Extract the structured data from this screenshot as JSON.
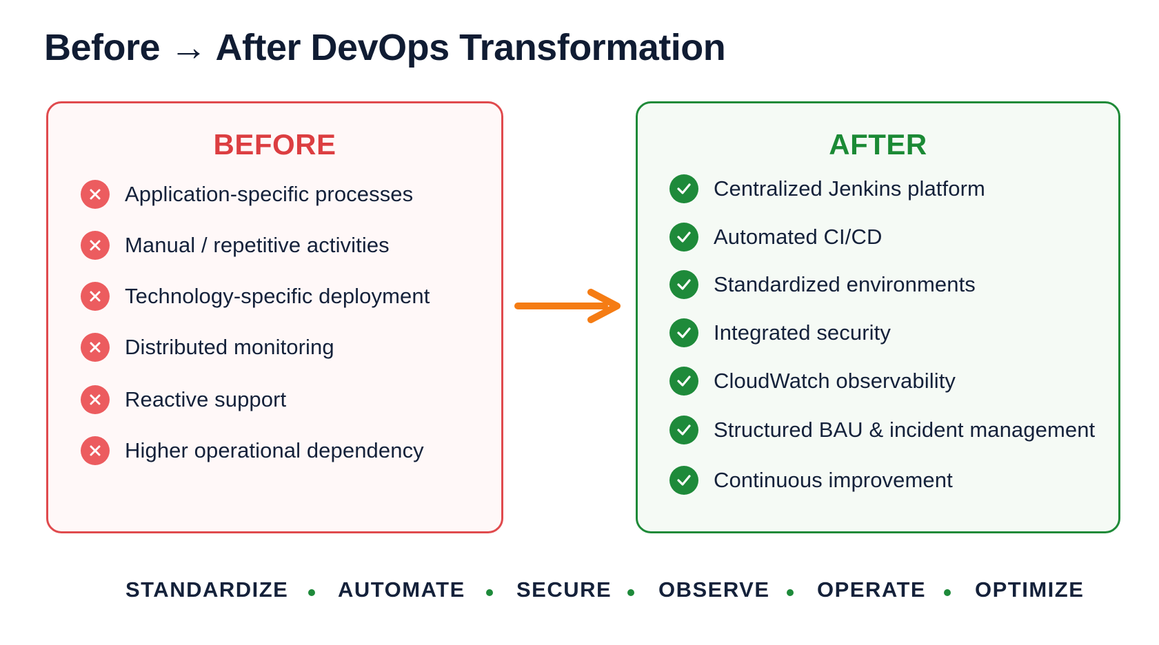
{
  "title": "Before → After DevOps Transformation",
  "before": {
    "heading": "BEFORE",
    "accent_color": "#dc3e41",
    "item_icon": "x-circle-icon",
    "items": [
      "Application-specific processes",
      "Manual / repetitive activities",
      "Technology-specific deployment",
      "Distributed monitoring",
      "Reactive support",
      "Higher operational dependency"
    ]
  },
  "transition_icon": "arrow-right-icon",
  "transition_color": "#f57c14",
  "after": {
    "heading": "AFTER",
    "accent_color": "#1b8a35",
    "item_icon": "check-circle-icon",
    "items": [
      "Centralized Jenkins platform",
      "Automated CI/CD",
      "Standardized environments",
      "Integrated security",
      "CloudWatch observability",
      "Structured BAU & incident management",
      "Continuous improvement"
    ]
  },
  "pillars": [
    "STANDARDIZE",
    "AUTOMATE",
    "SECURE",
    "OBSERVE",
    "OPERATE",
    "OPTIMIZE"
  ],
  "separator_color": "#1e8a3a"
}
